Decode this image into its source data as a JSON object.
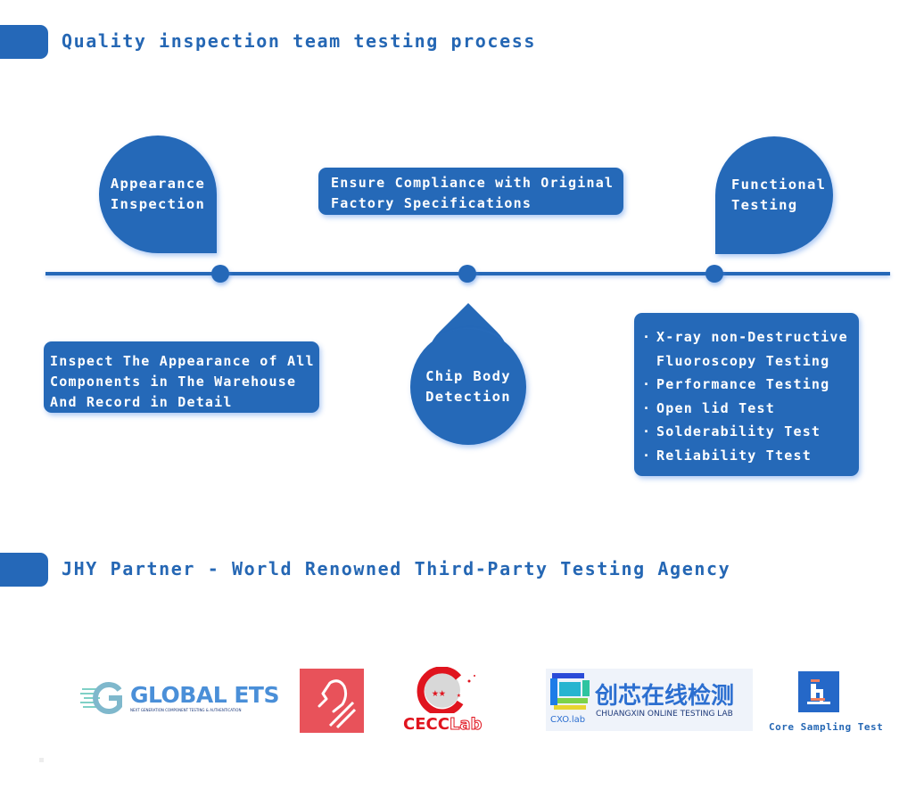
{
  "section1": {
    "title": "Quality inspection team testing process"
  },
  "process": {
    "steps": [
      {
        "title_lines": [
          "Appearance",
          "Inspection"
        ],
        "description_lines": [
          "Inspect The Appearance of All",
          "Components in The Warehouse",
          "And Record in Detail"
        ]
      },
      {
        "title_lines": [
          "Chip Body",
          "Detection"
        ],
        "description_lines": [
          "Ensure Compliance with Original",
          "Factory Specifications"
        ]
      },
      {
        "title_lines": [
          "Functional",
          "Testing"
        ],
        "bullet": "·",
        "tests": [
          {
            "lines": [
              "X-ray non-Destructive",
              "Fluoroscopy Testing"
            ]
          },
          {
            "lines": [
              "Performance Testing"
            ]
          },
          {
            "lines": [
              "Open lid Test"
            ]
          },
          {
            "lines": [
              "Solderability Test"
            ]
          },
          {
            "lines": [
              "Reliability Ttest"
            ]
          }
        ]
      }
    ]
  },
  "section2": {
    "title": "JHY Partner - World Renowned Third-Party Testing Agency"
  },
  "partners": [
    {
      "name": "GLOBAL ETS",
      "tagline": "NEXT GENERATION COMPONENT TESTING & AUTHENTICATION"
    },
    {
      "name": "Horse logo"
    },
    {
      "name": "CECC",
      "suffix": "Lab"
    },
    {
      "name": "创芯在线检测",
      "subtitle": "CHUANGXIN ONLINE TESTING LAB",
      "badge": "CXO.lab"
    },
    {
      "name": "Core Sampling Test"
    }
  ],
  "colors": {
    "primary": "#2568B8",
    "title_text": "#2567B4",
    "cecc_red": "#E0141E",
    "horse_bg": "#E8525A"
  }
}
